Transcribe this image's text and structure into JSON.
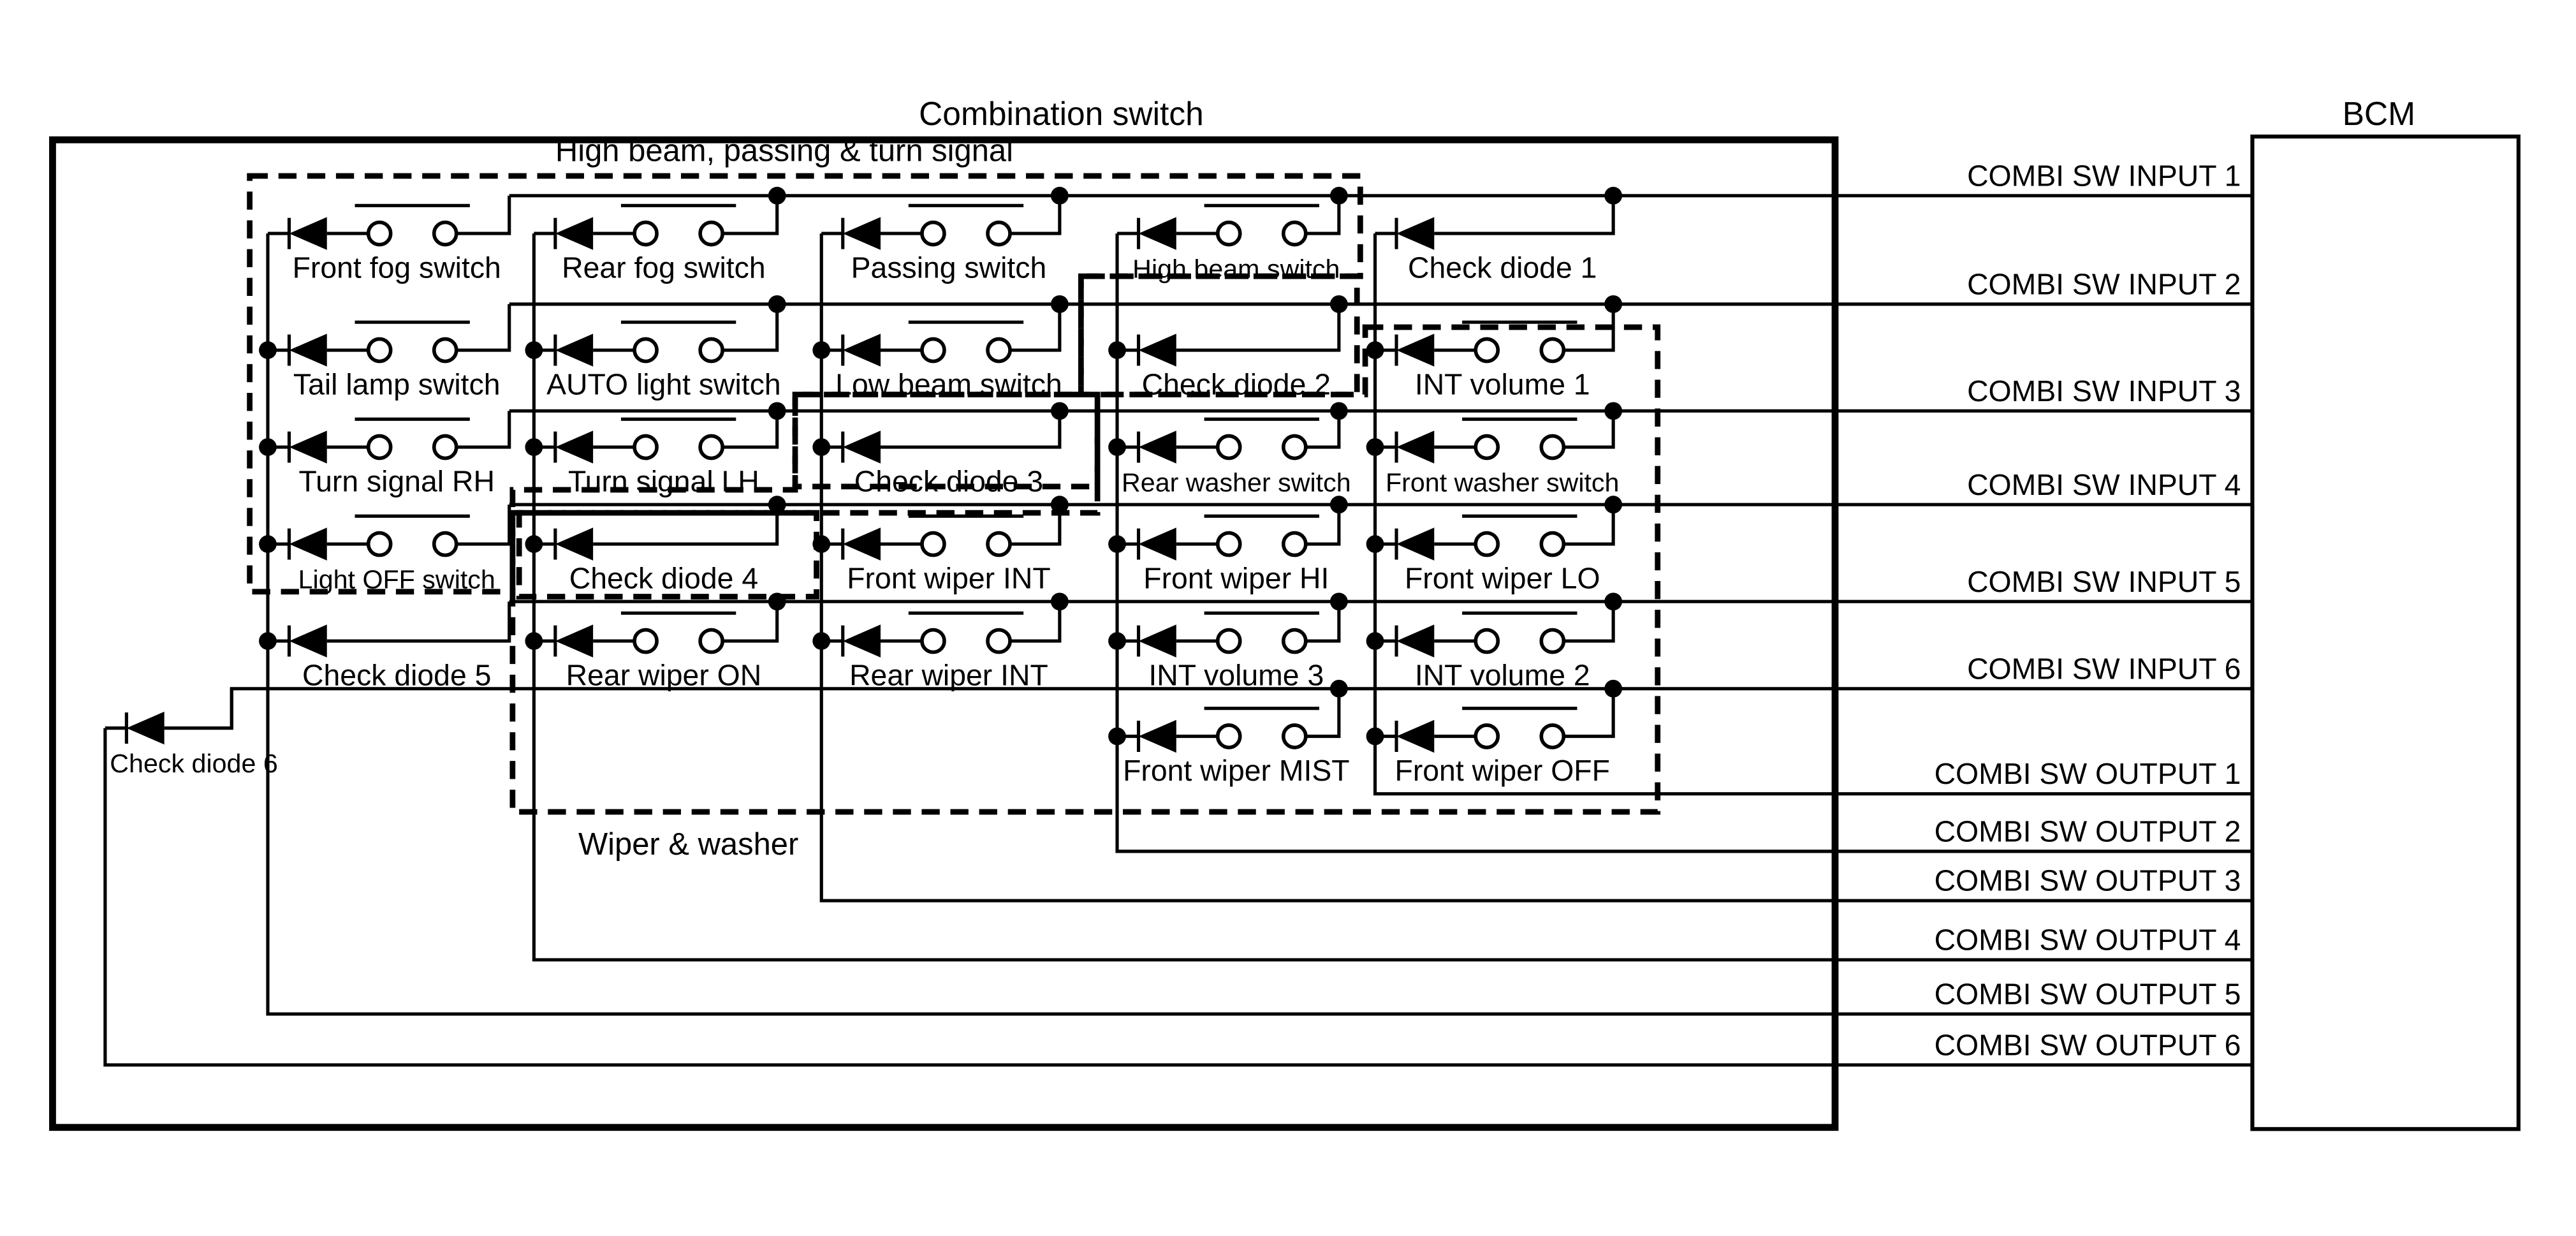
{
  "title": "Combination switch",
  "bcm_label": "BCM",
  "group_labels": {
    "lighting": "High beam, passing & turn signal",
    "wiper": "Wiper & washer"
  },
  "signals": {
    "inputs": [
      "COMBI SW INPUT 1",
      "COMBI SW INPUT 2",
      "COMBI SW INPUT 3",
      "COMBI SW INPUT 4",
      "COMBI SW INPUT 5",
      "COMBI SW INPUT 6"
    ],
    "outputs": [
      "COMBI SW OUTPUT 1",
      "COMBI SW OUTPUT 2",
      "COMBI SW OUTPUT 3",
      "COMBI SW OUTPUT 4",
      "COMBI SW OUTPUT 5",
      "COMBI SW OUTPUT 6"
    ]
  },
  "cells": [
    {
      "label": "Front fog switch",
      "row": 1,
      "col": 1,
      "type": "switch"
    },
    {
      "label": "Rear fog switch",
      "row": 1,
      "col": 2,
      "type": "switch"
    },
    {
      "label": "Passing switch",
      "row": 1,
      "col": 3,
      "type": "switch"
    },
    {
      "label": "High beam switch",
      "row": 1,
      "col": 4,
      "type": "switch"
    },
    {
      "label": "Check diode 1",
      "row": 1,
      "col": 5,
      "type": "diode"
    },
    {
      "label": "Tail lamp switch",
      "row": 2,
      "col": 1,
      "type": "switch"
    },
    {
      "label": "AUTO light switch",
      "row": 2,
      "col": 2,
      "type": "switch"
    },
    {
      "label": "Low beam switch",
      "row": 2,
      "col": 3,
      "type": "switch"
    },
    {
      "label": "Check diode 2",
      "row": 2,
      "col": 4,
      "type": "diode"
    },
    {
      "label": "INT volume 1",
      "row": 2,
      "col": 5,
      "type": "switch"
    },
    {
      "label": "Turn signal RH",
      "row": 3,
      "col": 1,
      "type": "switch"
    },
    {
      "label": "Turn signal LH",
      "row": 3,
      "col": 2,
      "type": "switch"
    },
    {
      "label": "Check diode 3",
      "row": 3,
      "col": 3,
      "type": "diode"
    },
    {
      "label": "Rear washer switch",
      "row": 3,
      "col": 4,
      "type": "switch"
    },
    {
      "label": "Front washer switch",
      "row": 3,
      "col": 5,
      "type": "switch"
    },
    {
      "label": "Light OFF switch",
      "row": 4,
      "col": 1,
      "type": "switch"
    },
    {
      "label": "Check diode 4",
      "row": 4,
      "col": 2,
      "type": "diode"
    },
    {
      "label": "Front wiper INT",
      "row": 4,
      "col": 3,
      "type": "switch"
    },
    {
      "label": "Front wiper HI",
      "row": 4,
      "col": 4,
      "type": "switch"
    },
    {
      "label": "Front wiper LO",
      "row": 4,
      "col": 5,
      "type": "switch"
    },
    {
      "label": "Check diode 5",
      "row": 5,
      "col": 1,
      "type": "diode"
    },
    {
      "label": "Rear wiper ON",
      "row": 5,
      "col": 2,
      "type": "switch"
    },
    {
      "label": "Rear wiper INT",
      "row": 5,
      "col": 3,
      "type": "switch"
    },
    {
      "label": "INT volume 3",
      "row": 5,
      "col": 4,
      "type": "switch"
    },
    {
      "label": "INT volume 2",
      "row": 5,
      "col": 5,
      "type": "switch"
    },
    {
      "label": "Front wiper MIST",
      "row": 6,
      "col": 4,
      "type": "switch"
    },
    {
      "label": "Front wiper OFF",
      "row": 6,
      "col": 5,
      "type": "switch"
    },
    {
      "label": "Check diode 6",
      "row": 6,
      "col": 0,
      "type": "diode6"
    }
  ],
  "colors": {
    "ink": "#000000",
    "background": "#ffffff"
  }
}
